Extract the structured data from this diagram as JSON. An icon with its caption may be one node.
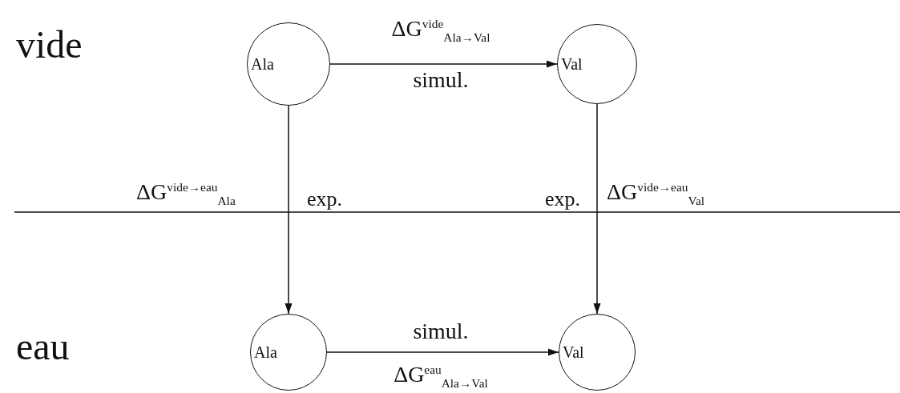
{
  "diagram": {
    "nodes": [
      {
        "text": [
          "Ala"
        ]
      },
      {
        "text": [
          "Val"
        ]
      },
      {
        "text": [
          "Ala"
        ]
      },
      {
        "text": [
          "Val"
        ]
      }
    ],
    "edges": [
      {
        "from": 0,
        "to": 1,
        "arrow": "to",
        "label": "ΔG$^{vide}$$_{Ala→Val}$"
      },
      {
        "from": 0,
        "to": 2,
        "arrow": "to",
        "label": "ΔG$^{vide→eau}$$_{Ala}$"
      },
      {
        "from": 1,
        "to": 3,
        "arrow": "to",
        "label": "ΔG$^{vide→eau}$$_{Val}$"
      },
      {
        "from": 2,
        "to": 3,
        "arrow": "to",
        "label": "ΔG$^{eau}$$_{Ala→Val}$"
      }
    ],
    "labels": [
      "vide",
      "simul.",
      "exp.",
      "exp.",
      "eau",
      "simul."
    ]
  }
}
